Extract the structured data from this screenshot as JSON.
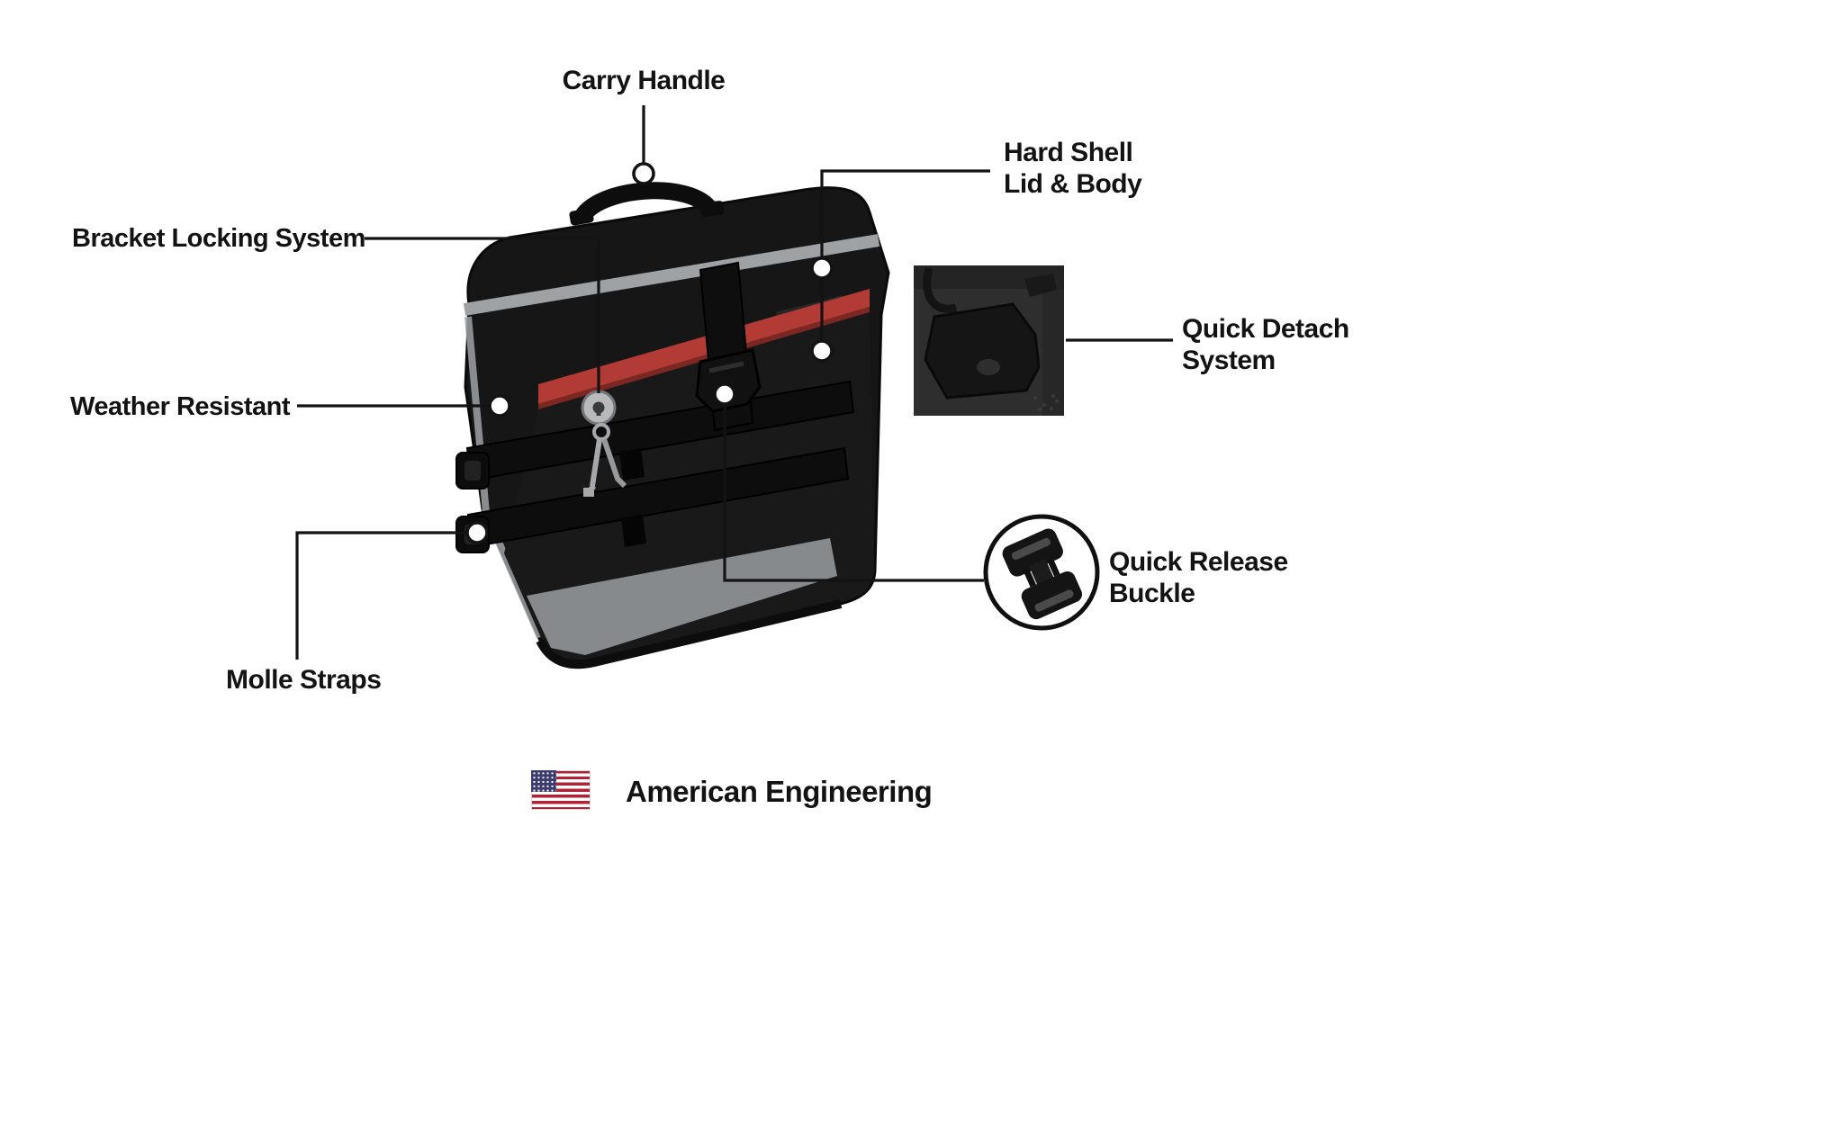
{
  "diagram": {
    "title_context": "Motorcycle saddlebag feature callout diagram",
    "labels": {
      "carry_handle": "Carry Handle",
      "hard_shell": "Hard Shell\nLid & Body",
      "bracket_locking": "Bracket Locking System",
      "weather_resistant": "Weather Resistant",
      "quick_detach": "Quick Detach\nSystem",
      "molle_straps": "Molle Straps",
      "quick_release": "Quick Release\nBuckle"
    },
    "footer": {
      "text": "American Engineering",
      "flag_icon": "us-flag-icon"
    },
    "icons": {
      "lock": "lock-and-keys-icon",
      "buckle": "quick-release-buckle-icon",
      "flag": "us-flag-icon"
    },
    "colors": {
      "background": "#ffffff",
      "bag_black": "#161616",
      "trim_gray": "#9fa2a5",
      "accent_red": "#b23b35",
      "callout_line": "#131313",
      "flag_red": "#B22234",
      "flag_blue": "#3C3B6E"
    }
  }
}
